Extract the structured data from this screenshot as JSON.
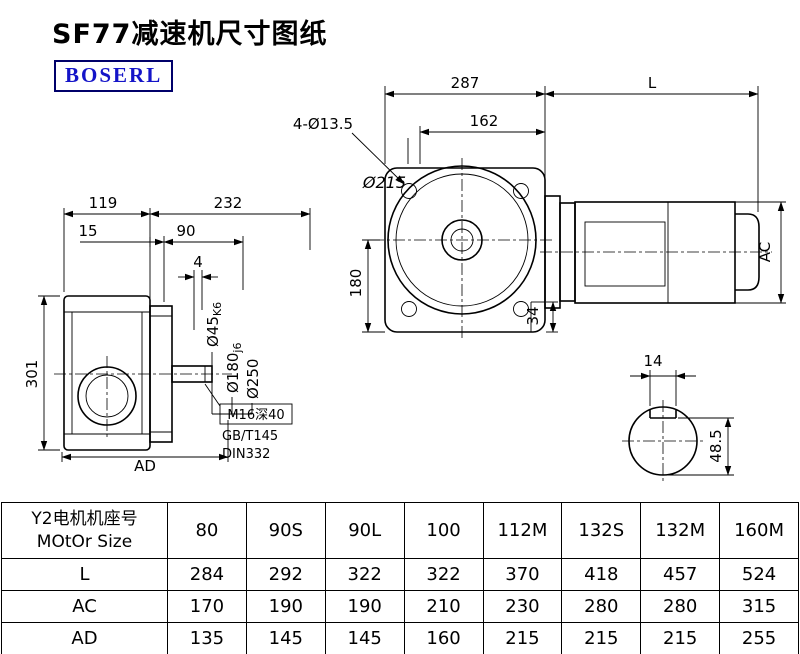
{
  "page": {
    "title": "SF77减速机尺寸图纸",
    "logo": "BOSERL"
  },
  "drawing": {
    "side": {
      "dim_119": "119",
      "dim_232": "232",
      "dim_15": "15",
      "dim_90": "90",
      "dim_4": "4",
      "dim_301": "301",
      "dim_ad": "AD",
      "shaft_dia": "Ø45",
      "shaft_tol": "K6",
      "spigot_dia": "Ø180",
      "spigot_tol": "j6",
      "flange_dia": "Ø250",
      "note_tap": "M16深40",
      "note_std1": "GB/T145",
      "note_std2": "DIN332"
    },
    "front": {
      "dim_287": "287",
      "dim_l": "L",
      "dim_162": "162",
      "holes_note": "4-Ø13.5",
      "flange_dia": "Ø215",
      "dim_180": "180",
      "dim_34": "34",
      "dim_ac": "AC"
    },
    "shaft_section": {
      "dim_14": "14",
      "dim_48_5": "48.5"
    }
  },
  "table": {
    "header_line1": "Y2电机机座号",
    "header_line2": "MOtOr Size",
    "sizes": [
      "80",
      "90S",
      "90L",
      "100",
      "112M",
      "132S",
      "132M",
      "160M"
    ],
    "rows": [
      {
        "label": "L",
        "values": [
          "284",
          "292",
          "322",
          "322",
          "370",
          "418",
          "457",
          "524"
        ]
      },
      {
        "label": "AC",
        "values": [
          "170",
          "190",
          "190",
          "210",
          "230",
          "280",
          "280",
          "315"
        ]
      },
      {
        "label": "AD",
        "values": [
          "135",
          "145",
          "145",
          "160",
          "215",
          "215",
          "215",
          "255"
        ]
      }
    ]
  }
}
